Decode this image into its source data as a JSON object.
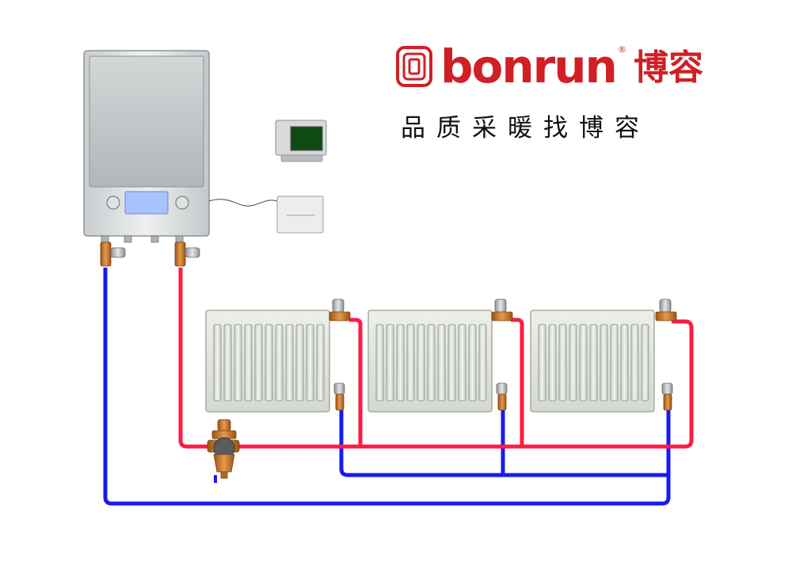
{
  "brand": {
    "name_latin": "bonrun",
    "name_chinese": "博容",
    "registered_mark": "®",
    "slogan": "品质采暖找博容"
  },
  "colors": {
    "supply_pipe": "#ff1a44",
    "return_pipe": "#1a1aee",
    "brand_red": "#d11f26",
    "valve_brass": "#c8732a"
  },
  "components": {
    "boiler": "wall-hung-boiler",
    "thermostat": "room-thermostat",
    "receiver": "wireless-receiver",
    "filter": "dirt-separator",
    "radiators": [
      "radiator-1",
      "radiator-2",
      "radiator-3"
    ]
  }
}
